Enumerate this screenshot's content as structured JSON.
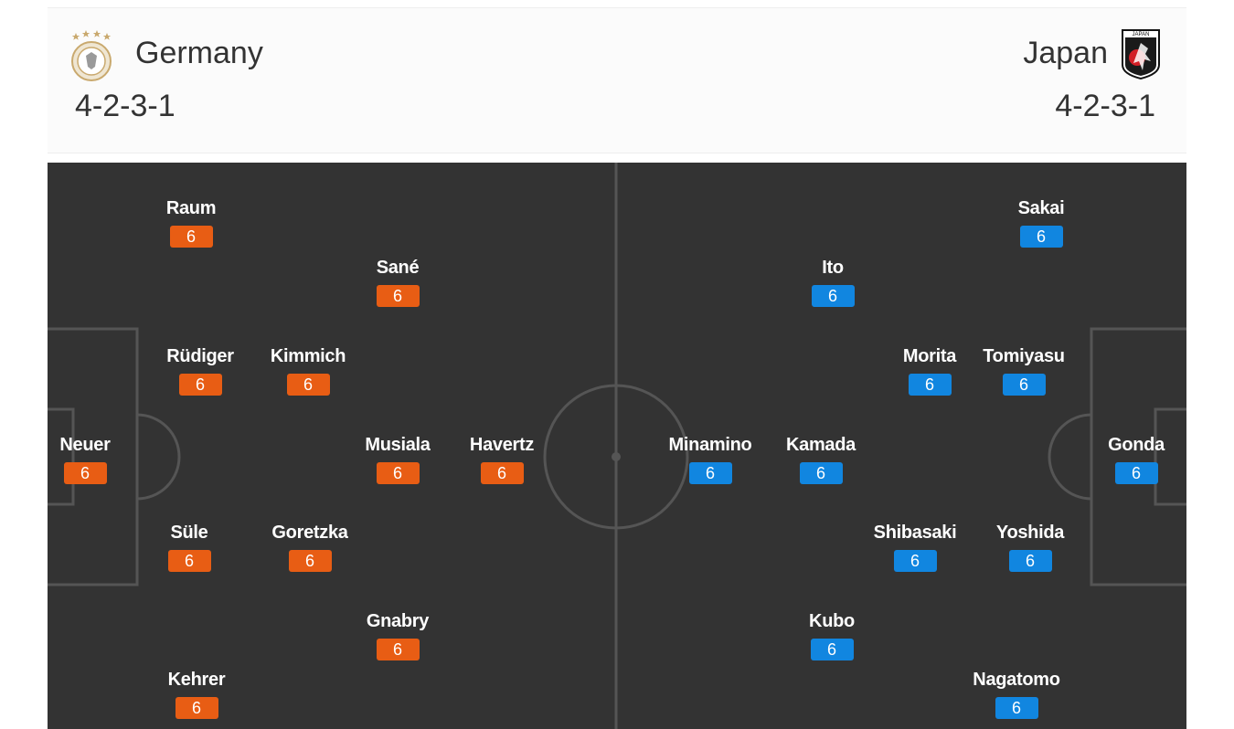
{
  "home": {
    "name": "Germany",
    "formation": "4-2-3-1",
    "crest_icon": "dfb-crest-icon",
    "color": "#e85d14",
    "players": [
      {
        "name": "Raum",
        "rating": "6"
      },
      {
        "name": "Sané",
        "rating": "6"
      },
      {
        "name": "Rüdiger",
        "rating": "6"
      },
      {
        "name": "Kimmich",
        "rating": "6"
      },
      {
        "name": "Neuer",
        "rating": "6"
      },
      {
        "name": "Musiala",
        "rating": "6"
      },
      {
        "name": "Havertz",
        "rating": "6"
      },
      {
        "name": "Süle",
        "rating": "6"
      },
      {
        "name": "Goretzka",
        "rating": "6"
      },
      {
        "name": "Gnabry",
        "rating": "6"
      },
      {
        "name": "Kehrer",
        "rating": "6"
      }
    ]
  },
  "away": {
    "name": "Japan",
    "formation": "4-2-3-1",
    "crest_icon": "jfa-crest-icon",
    "crest_text": "JAPAN",
    "color": "#1186e0",
    "players": [
      {
        "name": "Sakai",
        "rating": "6"
      },
      {
        "name": "Ito",
        "rating": "6"
      },
      {
        "name": "Morita",
        "rating": "6"
      },
      {
        "name": "Tomiyasu",
        "rating": "6"
      },
      {
        "name": "Minamino",
        "rating": "6"
      },
      {
        "name": "Kamada",
        "rating": "6"
      },
      {
        "name": "Gonda",
        "rating": "6"
      },
      {
        "name": "Shibasaki",
        "rating": "6"
      },
      {
        "name": "Yoshida",
        "rating": "6"
      },
      {
        "name": "Kubo",
        "rating": "6"
      },
      {
        "name": "Nagatomo",
        "rating": "6"
      }
    ]
  },
  "pitch_color": "#333333"
}
